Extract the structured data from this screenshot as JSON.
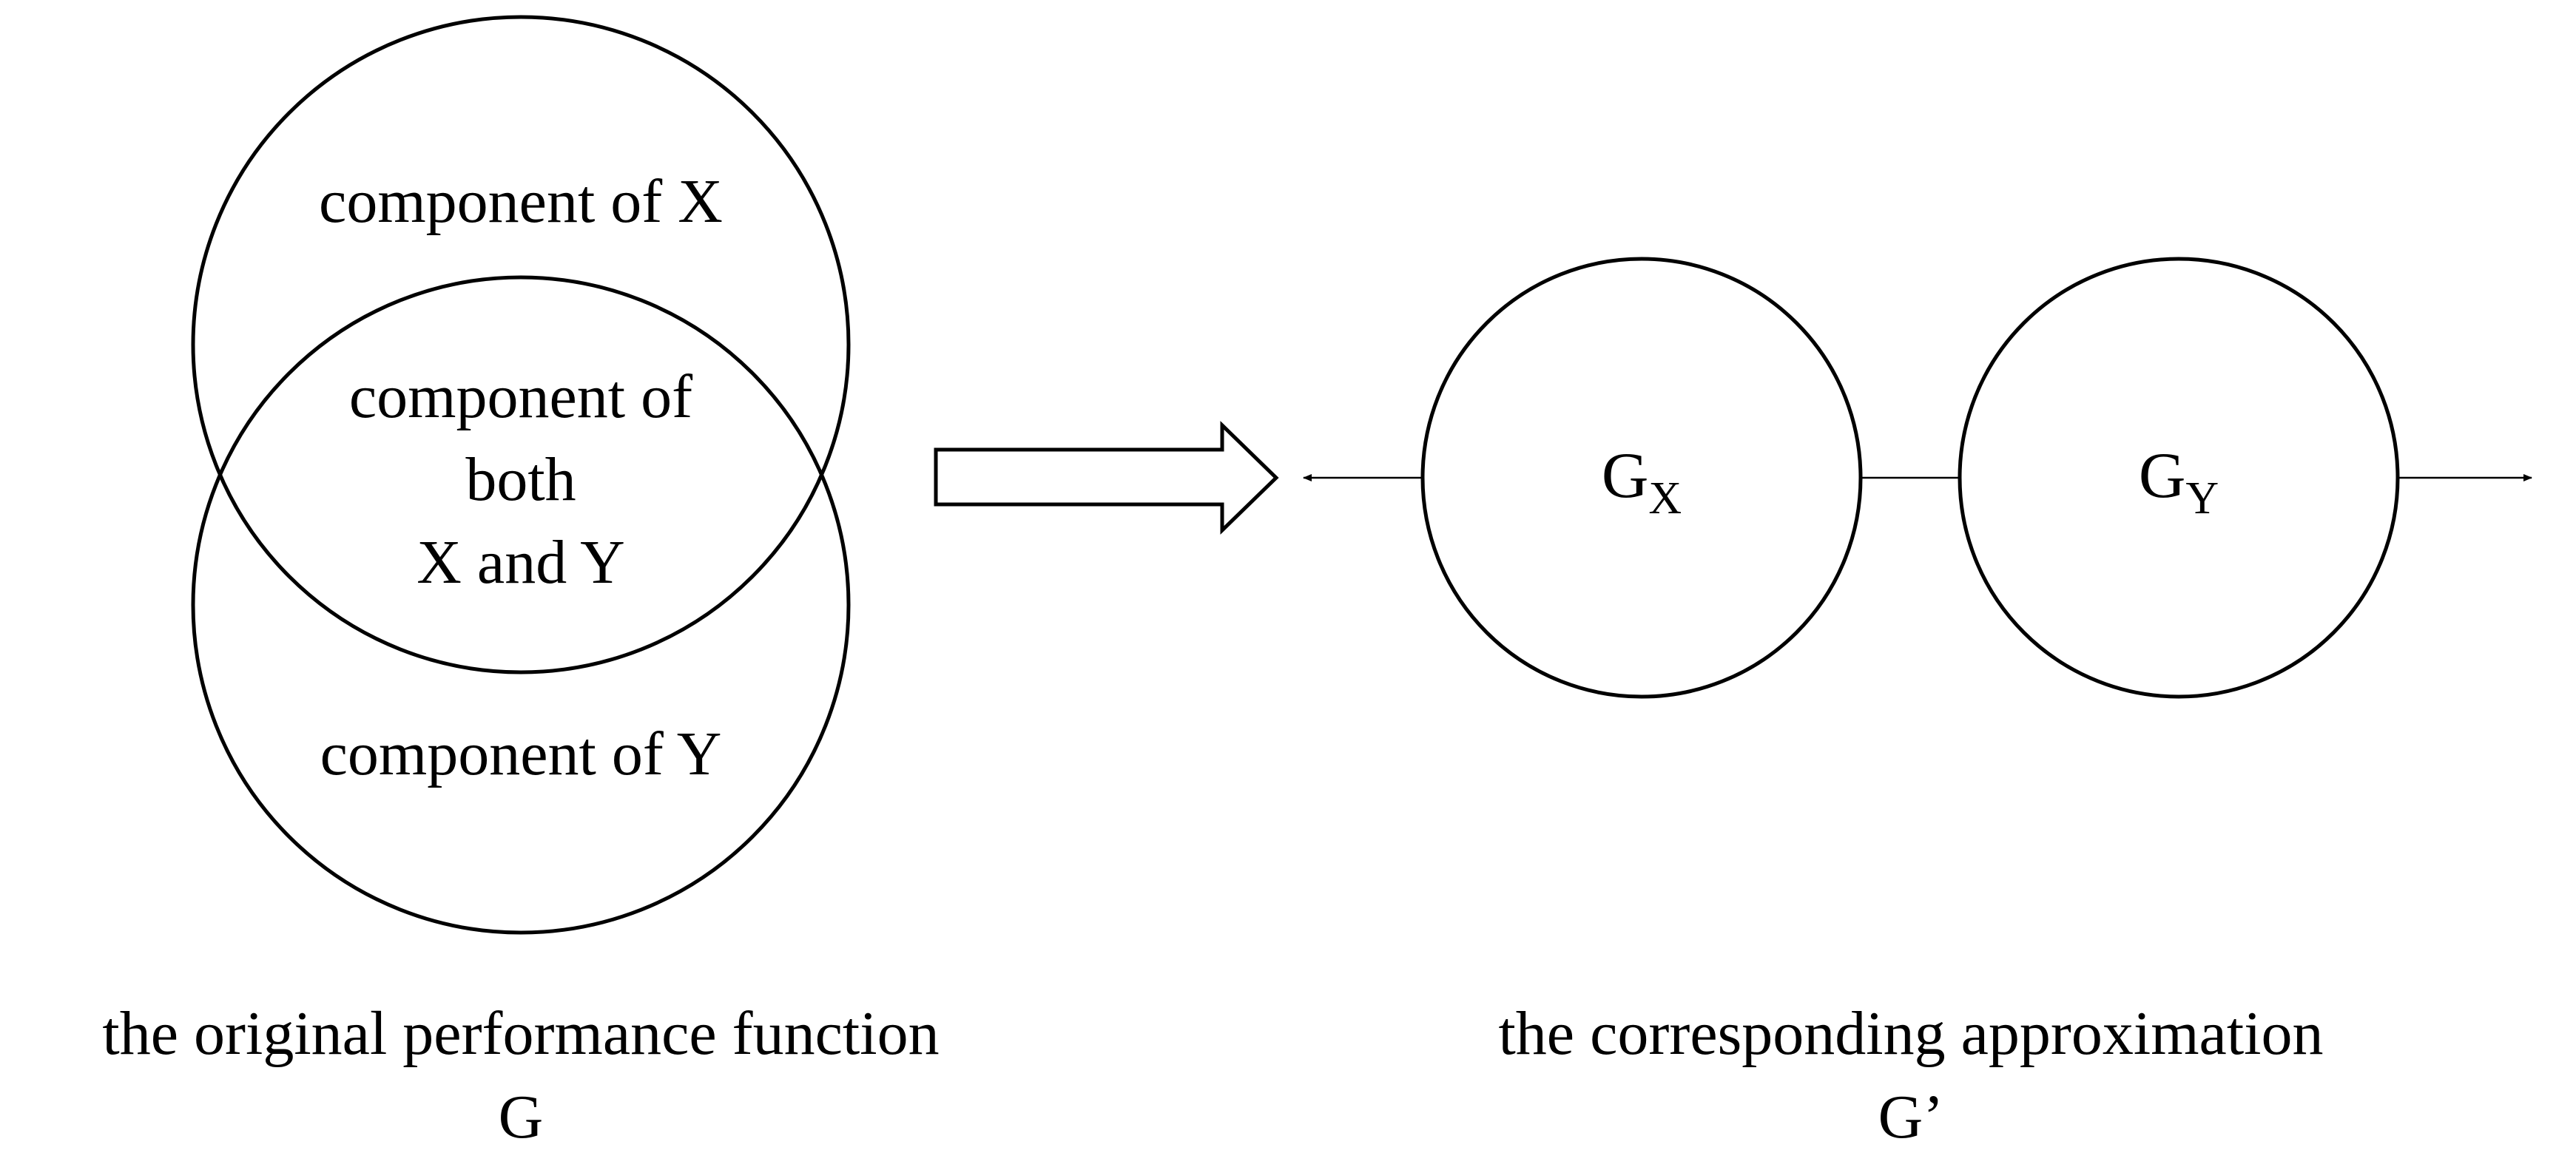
{
  "left": {
    "top_label": "component of X",
    "middle_lines": [
      "component of",
      "both",
      "X and Y"
    ],
    "bottom_label": "component of Y",
    "caption_line1": "the original performance function",
    "caption_line2": "G"
  },
  "right": {
    "node_x_main": "G",
    "node_x_sub": "X",
    "node_y_main": "G",
    "node_y_sub": "Y",
    "caption_line1": "the corresponding approximation",
    "caption_line2": "G’"
  },
  "colors": {
    "stroke": "#000000",
    "background": "#ffffff"
  }
}
